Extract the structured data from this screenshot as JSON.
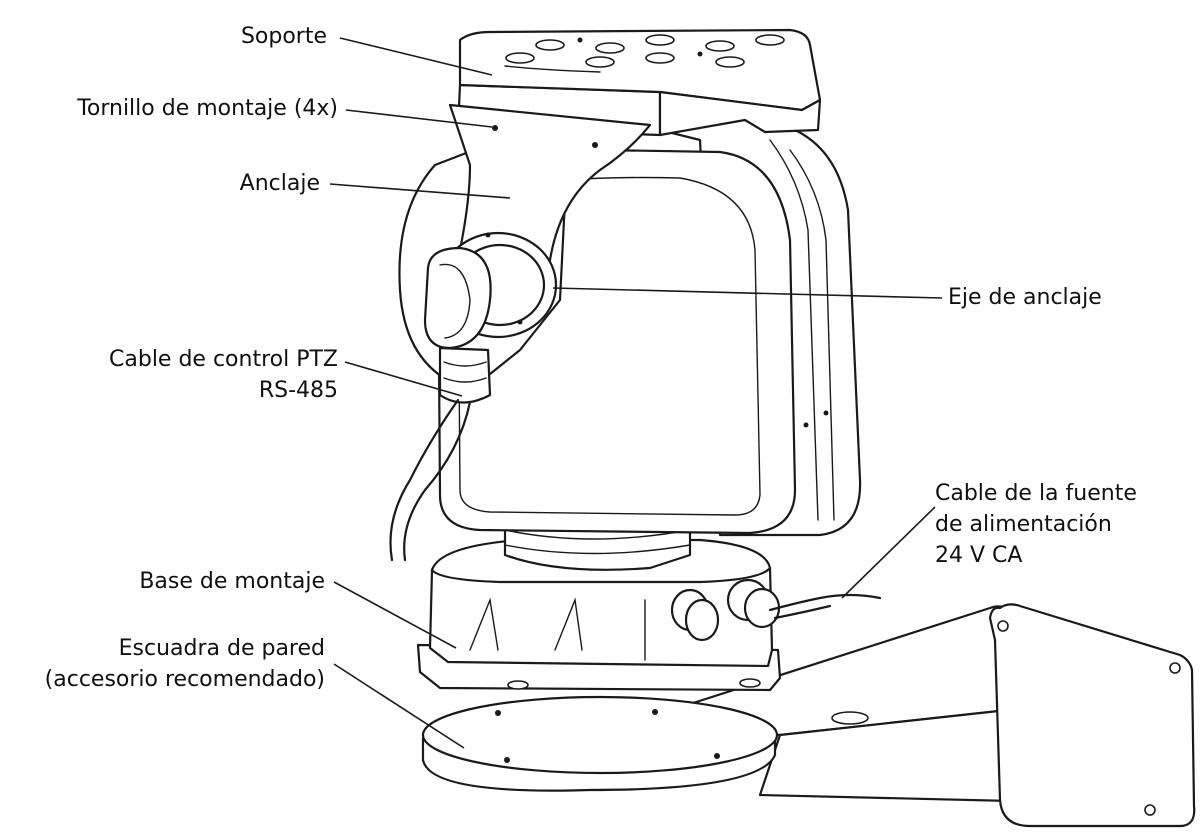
{
  "labels": {
    "soporte": "Soporte",
    "tornillo": "Tornillo de montaje (4x)",
    "anclaje": "Anclaje",
    "eje": "Eje de anclaje",
    "cable_ptz_1": "Cable de control PTZ",
    "cable_ptz_2": "RS-485",
    "cable_fuente_1": "Cable de la fuente",
    "cable_fuente_2": "de alimentación",
    "cable_fuente_3": "24 V CA",
    "base": "Base de montaje",
    "escuadra_1": "Escuadra de pared",
    "escuadra_2": "(accesorio recomendado)"
  },
  "colors": {
    "ink": "#1a1a1a",
    "background": "#ffffff"
  }
}
